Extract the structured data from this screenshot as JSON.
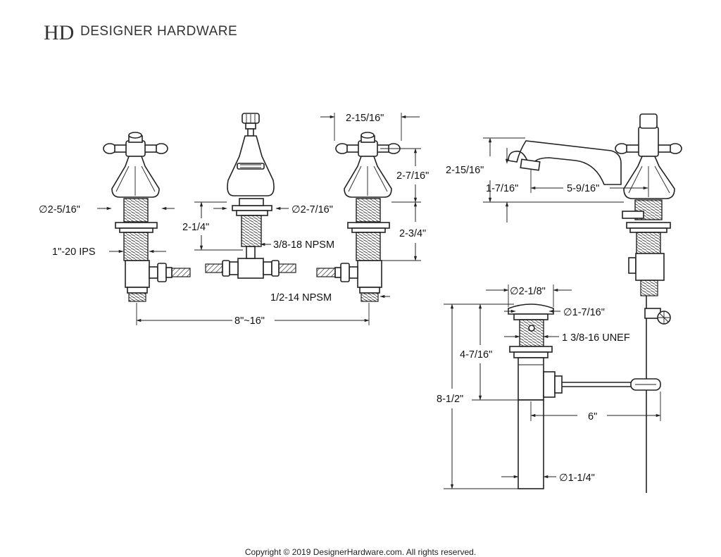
{
  "brand": {
    "logo_letters": "HD",
    "name": "DESIGNER HARDWARE"
  },
  "dimensions": {
    "handle_diameter": "∅2-5/16\"",
    "thread_ips": "1\"-20 IPS",
    "height_2_1_4": "2-1/4\"",
    "npsm_3_8": "3/8-18 NPSM",
    "spout_diameter": "∅2-7/16\"",
    "handle_width": "2-15/16\"",
    "handle_height": "2-7/16\"",
    "shank_2_3_4": "2-3/4\"",
    "npsm_1_2": "1/2-14 NPSM",
    "spread": "8\"~16\"",
    "spout_height": "2-15/16\"",
    "spout_1_7_16": "1-7/16\"",
    "spout_reach": "5-9/16\"",
    "drain_top_diameter": "∅2-1/8\"",
    "drain_flange_diameter": "∅1-7/16\"",
    "drain_thread": "1 3/8-16 UNEF",
    "drain_body_height": "4-7/16\"",
    "drain_total_height": "8-1/2\"",
    "rod_length": "6\"",
    "tailpiece_diameter": "∅1-1/4\""
  },
  "copyright": "Copyright © 2019 DesignerHardware.com. All rights reserved."
}
